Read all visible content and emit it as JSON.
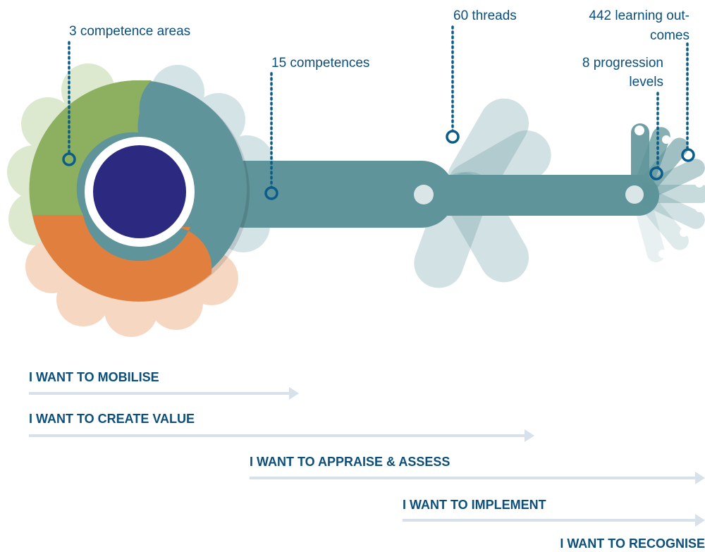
{
  "diagram": {
    "labels": {
      "competence_areas": "3 competence areas",
      "competences": "15 competences",
      "threads": "60 threads",
      "outcomes_line1": "442 learning out-",
      "outcomes_line2": "comes",
      "progression_line1": "8 progression",
      "progression_line2": "levels"
    },
    "colors": {
      "text": "#0b4f7a",
      "green": "#8db060",
      "orange": "#e07f3e",
      "teal": "#5f959a",
      "center": "#2c2a80",
      "arrow": "#d6e1ea"
    }
  },
  "goals": [
    "I WANT TO MOBILISE",
    "I WANT TO CREATE VALUE",
    "I WANT TO APPRAISE & ASSESS",
    "I WANT TO IMPLEMENT",
    "I WANT TO RECOGNISE"
  ]
}
